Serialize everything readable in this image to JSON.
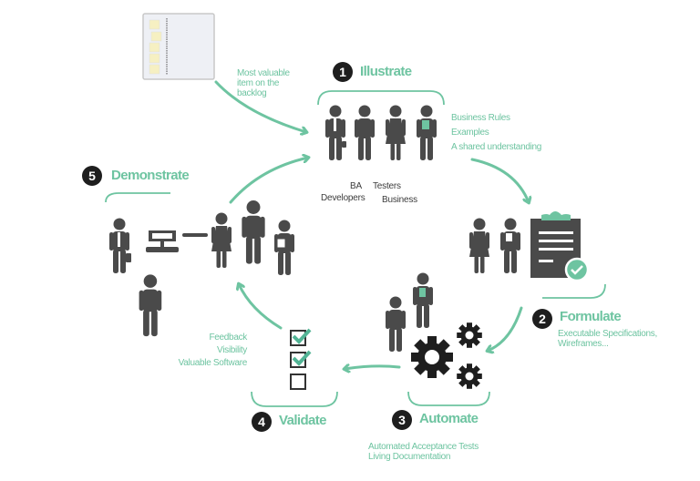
{
  "colors": {
    "accent": "#6ec4a1",
    "figure": "#4a4a4a",
    "gear": "#1e1e1e",
    "badge": "#1e1e1e"
  },
  "backlog": {
    "icon": "backlog-board-icon",
    "caption": [
      "Most valuable",
      "item on the",
      "backlog"
    ]
  },
  "steps": [
    {
      "number": "1",
      "title": "Illustrate",
      "notes": [
        "Business Rules",
        "Examples",
        "A shared understanding"
      ],
      "roles": [
        "BA",
        "Testers",
        "Developers",
        "Business"
      ]
    },
    {
      "number": "2",
      "title": "Formulate",
      "notes": [
        "Executable Specifications,",
        "Wireframes..."
      ]
    },
    {
      "number": "3",
      "title": "Automate",
      "notes": [
        "Automated Acceptance Tests",
        "Living Documentation"
      ]
    },
    {
      "number": "4",
      "title": "Validate",
      "notes": [
        "Feedback",
        "Visibility",
        "Valuable Software"
      ]
    },
    {
      "number": "5",
      "title": "Demonstrate",
      "notes": []
    }
  ]
}
